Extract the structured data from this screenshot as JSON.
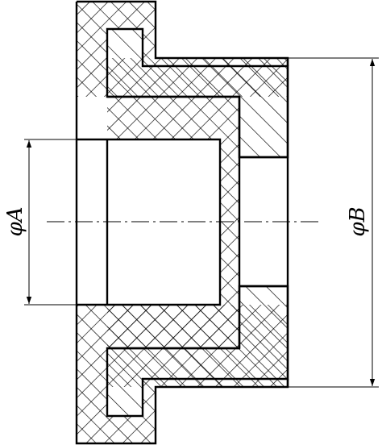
{
  "dimensions": {
    "inner_diameter_label": "φA",
    "outer_diameter_label": "φB"
  },
  "materials": {
    "outer_part_hatch": "cross-hatch",
    "inner_part_hatch": "diagonal"
  }
}
